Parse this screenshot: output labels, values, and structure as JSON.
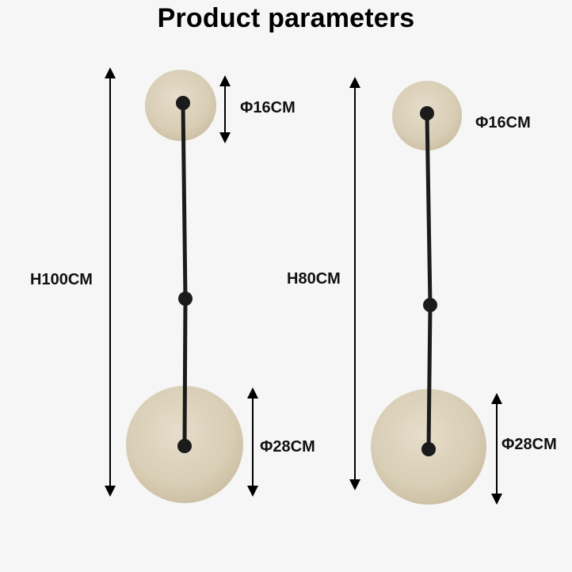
{
  "title": "Product parameters",
  "colors": {
    "background": "#f6f6f6",
    "stone": "#dcd2bd",
    "metal": "#1b1b1b"
  },
  "lamps": [
    {
      "height_label": "H100CM",
      "top_diameter_label": "Φ16CM",
      "bottom_diameter_label": "Φ28CM"
    },
    {
      "height_label": "H80CM",
      "top_diameter_label": "Φ16CM",
      "bottom_diameter_label": "Φ28CM"
    }
  ]
}
